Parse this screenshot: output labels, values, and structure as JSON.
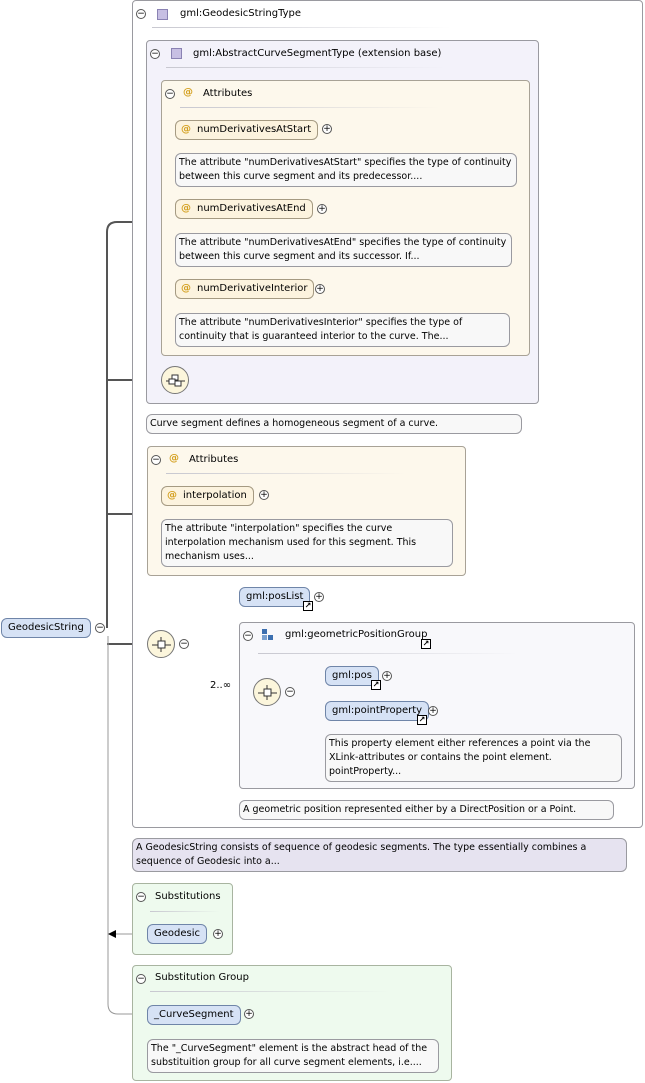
{
  "root": {
    "label": "GeodesicString"
  },
  "type_box": {
    "title": "gml:GeodesicStringType"
  },
  "base_box": {
    "title": "gml:AbstractCurveSegmentType (extension base)"
  },
  "base_attrs": {
    "title": "Attributes",
    "items": [
      {
        "name": "numDerivativesAtStart",
        "note": "The attribute \"numDerivativesAtStart\" specifies the type of continuity between this curve segment and its predecessor...."
      },
      {
        "name": "numDerivativesAtEnd",
        "note": "The attribute \"numDerivativesAtEnd\" specifies the type of continuity between this curve segment and its successor. If..."
      },
      {
        "name": "numDerivativeInterior",
        "note": "The attribute \"numDerivativesInterior\" specifies the type of continuity that is guaranteed interior to the curve. The..."
      }
    ]
  },
  "base_note": "Curve segment defines a homogeneous segment of a curve.",
  "own_attrs": {
    "title": "Attributes",
    "items": [
      {
        "name": "interpolation",
        "note": "The attribute \"interpolation\" specifies the curve interpolation mechanism used for this segment. This mechanism uses..."
      }
    ]
  },
  "choice": {
    "poslist": "gml:posList",
    "group_title": "gml:geometricPositionGroup",
    "multiplicity": "2..∞",
    "pos": "gml:pos",
    "point_property": "gml:pointProperty",
    "point_property_note": "This property element either references a point via the XLink-attributes or contains the point element. pointProperty...",
    "group_note": "A geometric position represented either by a DirectPosition or a Point."
  },
  "type_note": "A GeodesicString consists of sequence of geodesic segments. The type essentially combines a sequence of Geodesic into a...",
  "substitutions": {
    "title": "Substitutions",
    "items": [
      "Geodesic"
    ]
  },
  "substitution_group": {
    "title": "Substitution Group",
    "head": "_CurveSegment",
    "note": "The \"_CurveSegment\" element is the abstract head of the substituition group for all curve segment elements, i.e...."
  },
  "colors": {
    "element_fill": "#d6e2f5",
    "attribute_fill": "#fcf3de",
    "substitution_fill": "#eefaee",
    "type_fill": "#f3f2fa"
  }
}
